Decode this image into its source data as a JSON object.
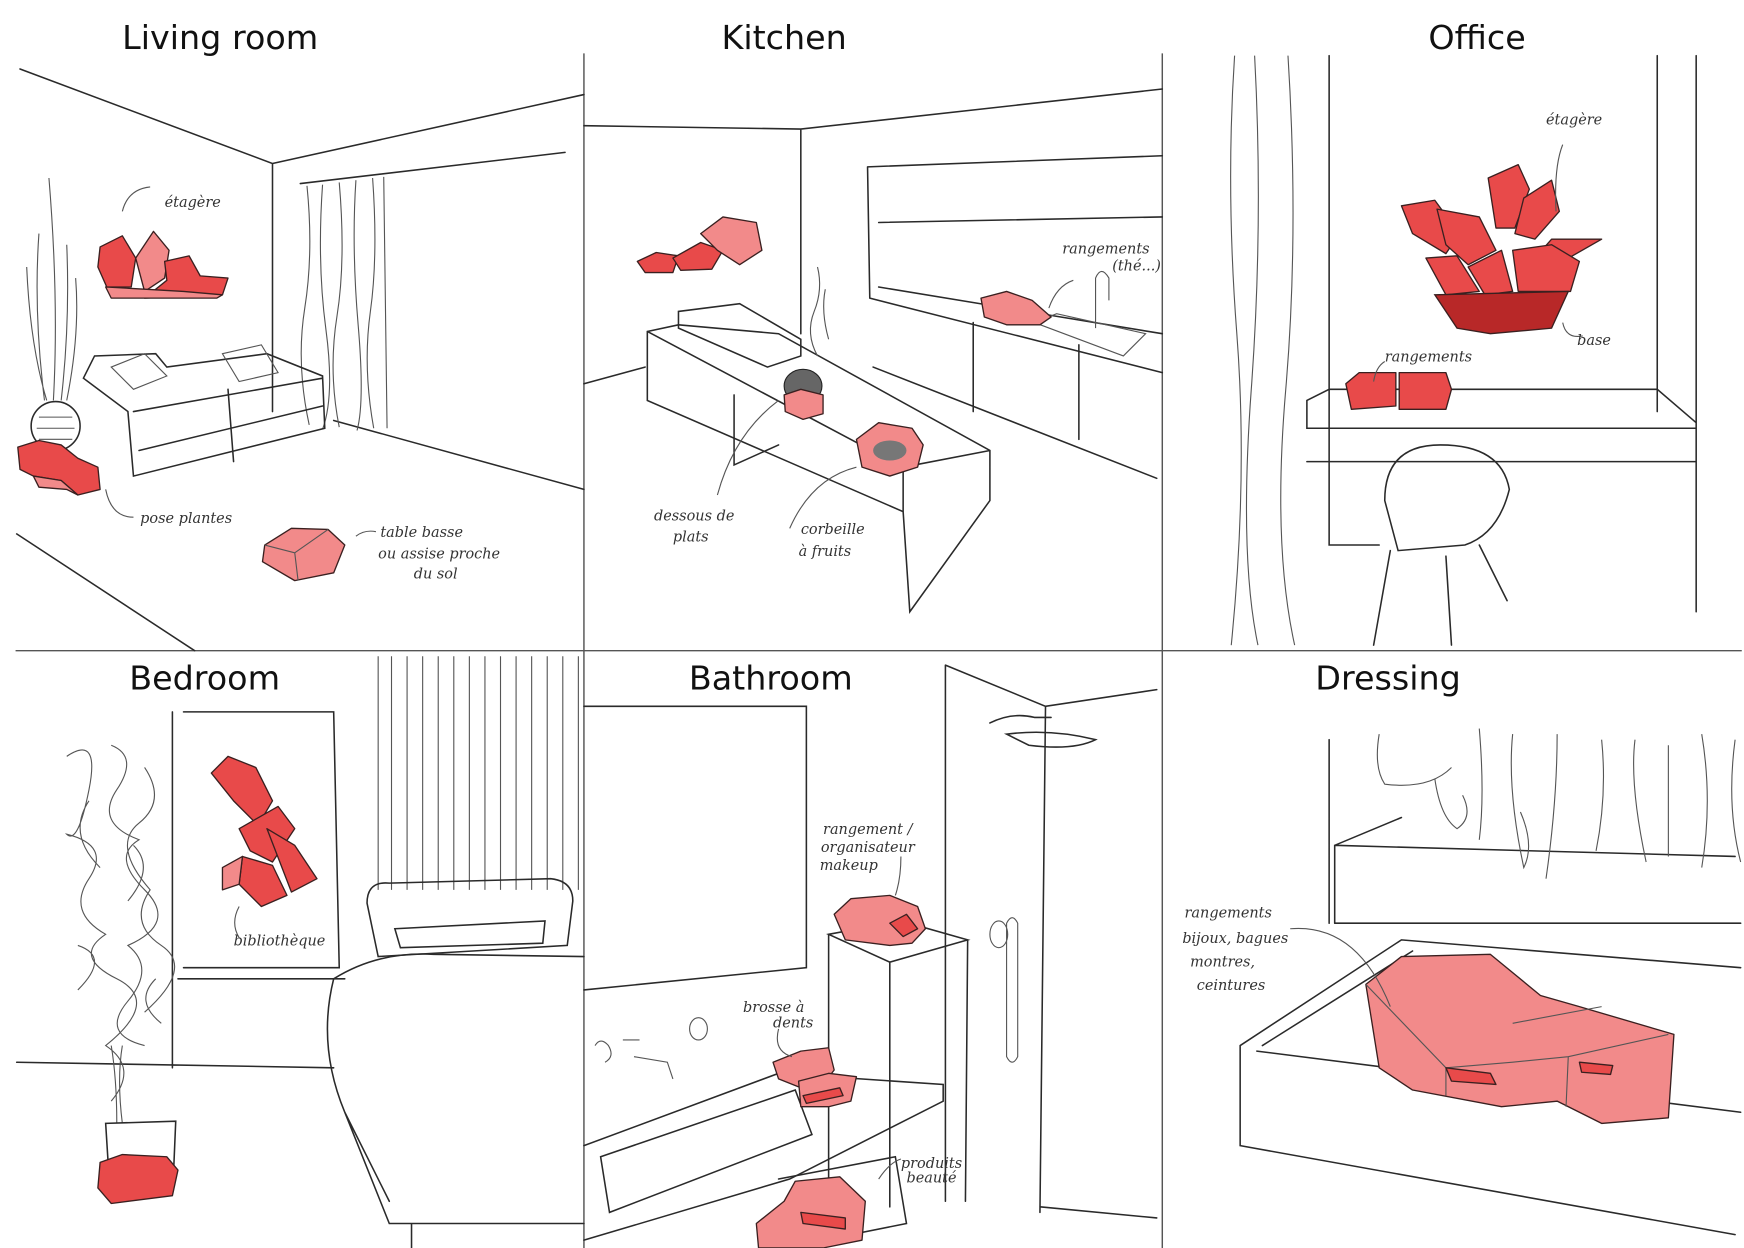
{
  "panels": {
    "living_room": {
      "title": "Living room",
      "notes": [
        "étagère",
        "pose plantes",
        "table basse",
        "ou assise proche",
        "du sol"
      ]
    },
    "kitchen": {
      "title": "Kitchen",
      "notes": [
        "rangements",
        "(thé...)",
        "dessous de",
        "plats",
        "corbeille",
        "à fruits"
      ]
    },
    "office": {
      "title": "Office",
      "notes": [
        "étagère",
        "rangements",
        "base"
      ]
    },
    "bedroom": {
      "title": "Bedroom",
      "notes": [
        "bibliothèque"
      ]
    },
    "bathroom": {
      "title": "Bathroom",
      "notes": [
        "rangement /",
        "organisateur",
        "makeup",
        "brosse à",
        "dents",
        "produits",
        "beauté"
      ]
    },
    "dressing": {
      "title": "Dressing",
      "notes": [
        "rangements",
        "bijoux, bagues",
        "montres,",
        "ceintures"
      ]
    }
  },
  "colors": {
    "accent_red": "#e84a4a",
    "line": "#2a2a2a"
  }
}
